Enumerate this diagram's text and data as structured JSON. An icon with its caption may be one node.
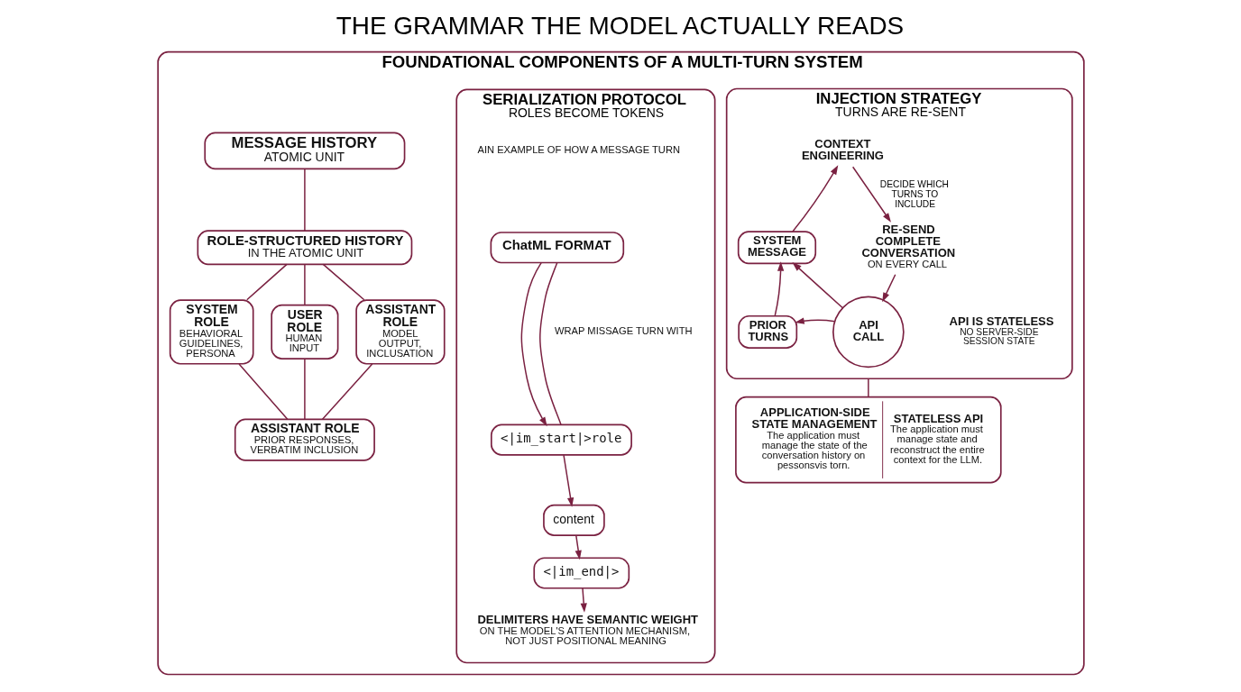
{
  "diagram": {
    "title": "THE GRAMMAR THE MODEL ACTUALLY READS",
    "nodes": [
      {
        "text": [
          "FOUNDATIONAL COMPONENTS OF A MULTI-TURN SYSTEM"
        ]
      },
      {
        "text": [
          "MESSAGE HISTORY",
          "ATOMIC UNIT"
        ],
        "in": 0
      },
      {
        "text": [
          "ROLE-STRUCTURED HISTORY",
          "IN THE ATOMIC UNIT"
        ],
        "in": 0
      },
      {
        "text": [
          "SYSTEM ROLE",
          "BEHAVIORAL GUIDELINES, PERSONA"
        ],
        "in": 0
      },
      {
        "text": [
          "USER ROLE",
          "HUMAN INPUT"
        ],
        "in": 0
      },
      {
        "text": [
          "ASSISTANT ROLE",
          "MODEL OUTPUT, INCLUSATION"
        ],
        "in": 0
      },
      {
        "text": [
          "ASSISTANT ROLE",
          "PRIOR RESPONSES, VERBATIM INCLUSION"
        ],
        "in": 0
      },
      {
        "text": [
          "SERIALIZATION PROTOCOL",
          "ROLES BECOME TOKENS"
        ],
        "in": 0
      },
      {
        "text": [
          "ChatML FORMAT"
        ],
        "in": 7
      },
      {
        "text": [
          "<|im_start|>role"
        ],
        "in": 7
      },
      {
        "text": [
          "content"
        ],
        "in": 7
      },
      {
        "text": [
          "<|im_end|>"
        ],
        "in": 7
      },
      {
        "text": [
          "DELIMITERS HAVE SEMANTIC WEIGHT",
          "ON THE MODEL'S ATTENTION MECHANISM, NOT JUST POSITIONAL MEANING"
        ],
        "in": 7
      },
      {
        "text": [
          "INJECTION STRATEGY",
          "TURNS ARE RE-SENT"
        ],
        "in": 0
      },
      {
        "text": [
          "CONTEXT ENGINEERING"
        ],
        "in": 13
      },
      {
        "text": [
          "RE-SEND COMPLETE CONVERSATION",
          "ON EVERY CALL"
        ],
        "in": 13
      },
      {
        "text": [
          "API CALL"
        ],
        "in": 13,
        "beside": [
          "API IS STATELESS",
          "NO SERVER-SIDE SESSION STATE"
        ]
      },
      {
        "text": [
          "PRIOR TURNS"
        ],
        "in": 13
      },
      {
        "text": [
          "SYSTEM MESSAGE"
        ],
        "in": 13
      },
      {
        "text": [
          "APPLICATION-SIDE STATE MANAGEMENT",
          "The application must manage the state of the conversation history on pessonsvis torn.",
          "STATELESS API",
          "The application must manage state and reconstruct the entire context for the LLM."
        ],
        "in": 0
      }
    ],
    "edges": [
      {
        "from": 1,
        "to": 2,
        "arrow": "none"
      },
      {
        "from": 2,
        "to": 3,
        "arrow": "none"
      },
      {
        "from": 2,
        "to": 4,
        "arrow": "none"
      },
      {
        "from": 2,
        "to": 5,
        "arrow": "none"
      },
      {
        "from": 3,
        "to": 6,
        "arrow": "none"
      },
      {
        "from": 4,
        "to": 6,
        "arrow": "none"
      },
      {
        "from": 5,
        "to": 6,
        "arrow": "none"
      },
      {
        "from": 8,
        "to": 9,
        "arrow": "to"
      },
      {
        "from": 9,
        "to": 10,
        "arrow": "to"
      },
      {
        "from": 10,
        "to": 11,
        "arrow": "to"
      },
      {
        "from": 11,
        "to": 12,
        "arrow": "to"
      },
      {
        "from": 8,
        "to": 9,
        "arrow": "none"
      },
      {
        "from": 18,
        "to": 14,
        "arrow": "to"
      },
      {
        "from": 14,
        "to": 15,
        "arrow": "to",
        "label": "DECIDE WHICH TURNS TO INCLUDE"
      },
      {
        "from": 15,
        "to": 16,
        "arrow": "to"
      },
      {
        "from": 16,
        "to": 17,
        "arrow": "to"
      },
      {
        "from": 16,
        "to": 18,
        "arrow": "to"
      },
      {
        "from": 17,
        "to": 18,
        "arrow": "to"
      },
      {
        "from": 13,
        "to": 19,
        "arrow": "none"
      }
    ],
    "labels": [
      "AIN EXAMPLE OF HOW A MESSAGE TURN",
      "WRAP MISSAGE TURN WITH"
    ]
  }
}
